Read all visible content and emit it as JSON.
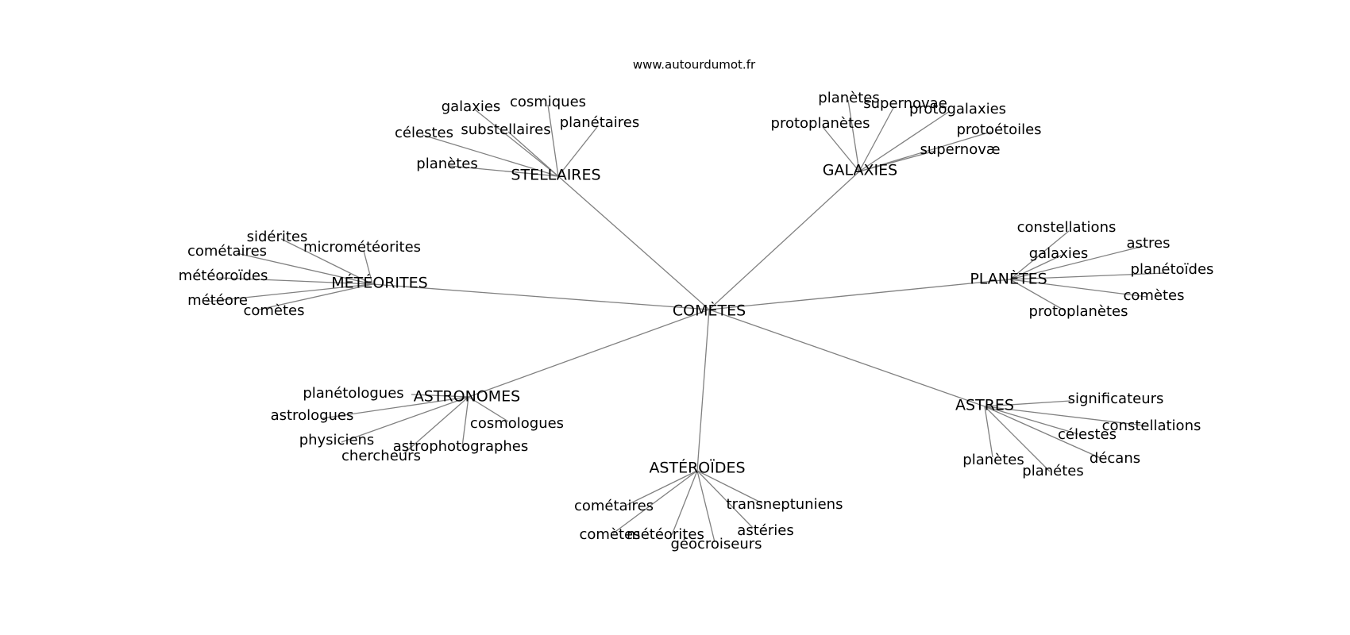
{
  "site": "www.autourdumot.fr",
  "center": "COMÈTES",
  "hubs": [
    {
      "label": "STELLAIRES",
      "leaves": [
        "cosmiques",
        "galaxies",
        "planétaires",
        "substellaires",
        "célestes",
        "planètes"
      ]
    },
    {
      "label": "GALAXIES",
      "leaves": [
        "planètes",
        "supernovae",
        "protogalaxies",
        "protoplanètes",
        "protoétoiles",
        "supernovæ"
      ]
    },
    {
      "label": "MÉTÉORITES",
      "leaves": [
        "sidérites",
        "micrométéorites",
        "cométaires",
        "météoroïdes",
        "météore",
        "comètes"
      ]
    },
    {
      "label": "PLANÈTES",
      "leaves": [
        "constellations",
        "astres",
        "galaxies",
        "planétoïdes",
        "comètes",
        "protoplanètes"
      ]
    },
    {
      "label": "ASTRONOMES",
      "leaves": [
        "planétologues",
        "astrologues",
        "cosmologues",
        "physiciens",
        "astrophotographes",
        "chercheurs"
      ]
    },
    {
      "label": "ASTRES",
      "leaves": [
        "significateurs",
        "constellations",
        "célestes",
        "planètes",
        "décans",
        "planétes"
      ]
    },
    {
      "label": "ASTÉROÏDES",
      "leaves": [
        "cométaires",
        "transneptuniens",
        "astéries",
        "comètes",
        "météorites",
        "géocroiseurs"
      ]
    }
  ]
}
